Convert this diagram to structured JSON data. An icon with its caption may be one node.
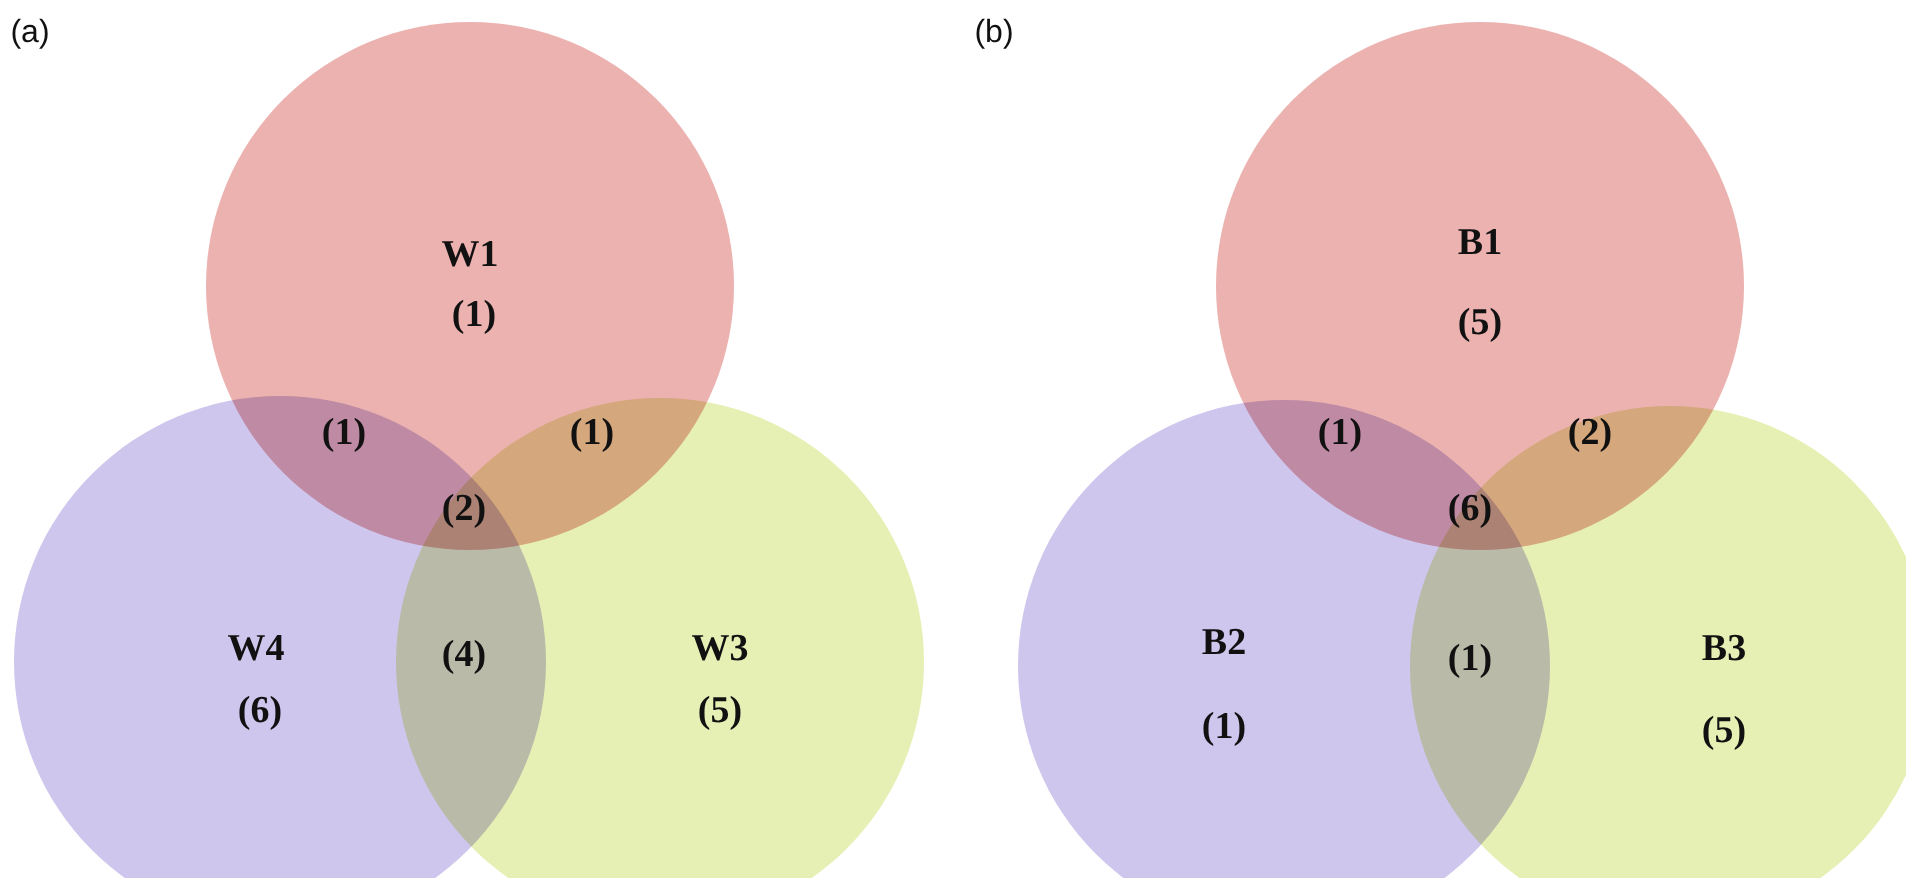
{
  "diagram": {
    "nodes": [
      {
        "text": [
          "W1",
          "(1)"
        ]
      },
      {
        "text": [
          "W4",
          "(6)"
        ]
      },
      {
        "text": [
          "W3",
          "(5)"
        ]
      },
      {
        "text": [
          "B1",
          "(5)"
        ]
      },
      {
        "text": [
          "B2",
          "(1)"
        ]
      },
      {
        "text": [
          "B3",
          "(5)"
        ]
      }
    ],
    "labels": [
      "(a)",
      "(1)",
      "(1)",
      "(2)",
      "(4)",
      "(b)",
      "(1)",
      "(2)",
      "(6)",
      "(1)"
    ]
  }
}
